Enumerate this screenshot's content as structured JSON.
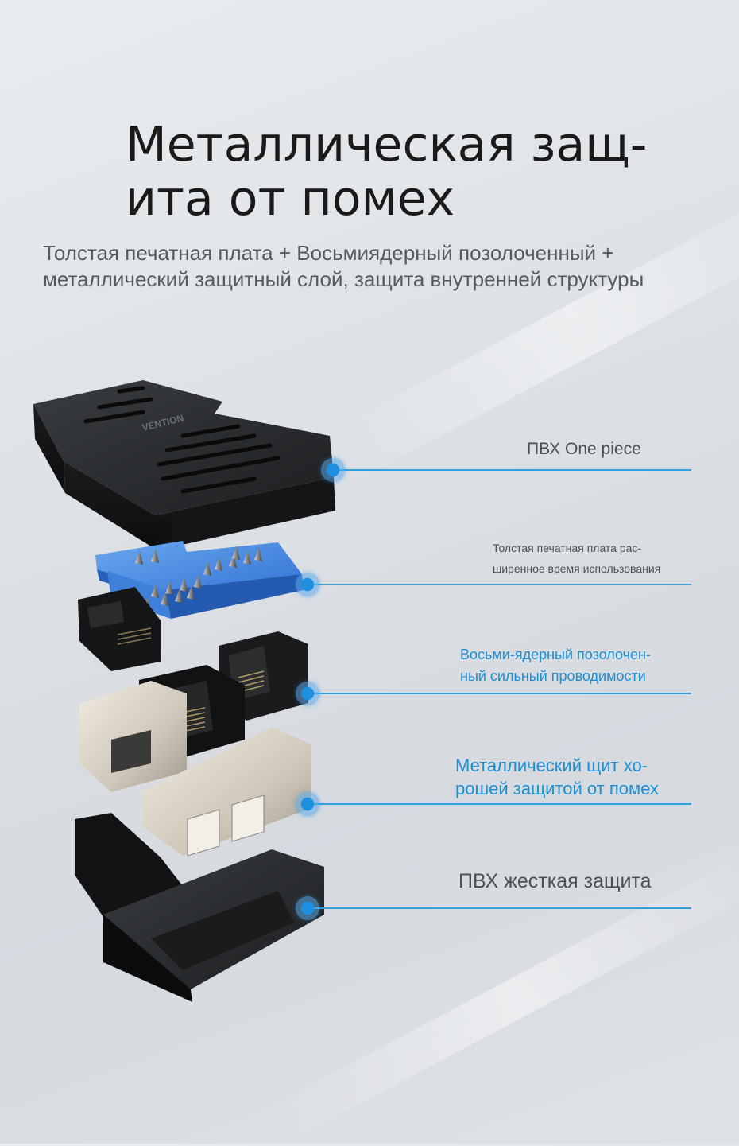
{
  "heading": {
    "title": "Металлическая защ-\nита от помех",
    "subtitle": "Толстая печатная плата + Восьмиядерный позолоченный +\nметаллический защитный слой, защита внутренней структуры"
  },
  "callouts": [
    {
      "id": "pvc-one-piece",
      "text": "ПВХ One piece",
      "color": "#4b5056"
    },
    {
      "id": "pcb",
      "text": "Толстая печатная плата рас-\nширенное время использования",
      "color": "#4b5056"
    },
    {
      "id": "gold-pins",
      "text": "Восьми-ядерный позолочен-\nный сильный проводимости",
      "color": "#1a8fd4"
    },
    {
      "id": "metal-shield",
      "text": "Металлический щит хо-\nрошей защитой от помех",
      "color": "#1a8fd4"
    },
    {
      "id": "pvc-hard",
      "text": "ПВХ жесткая защита",
      "color": "#4b5056"
    }
  ],
  "accent_color": "#2fa0dc"
}
